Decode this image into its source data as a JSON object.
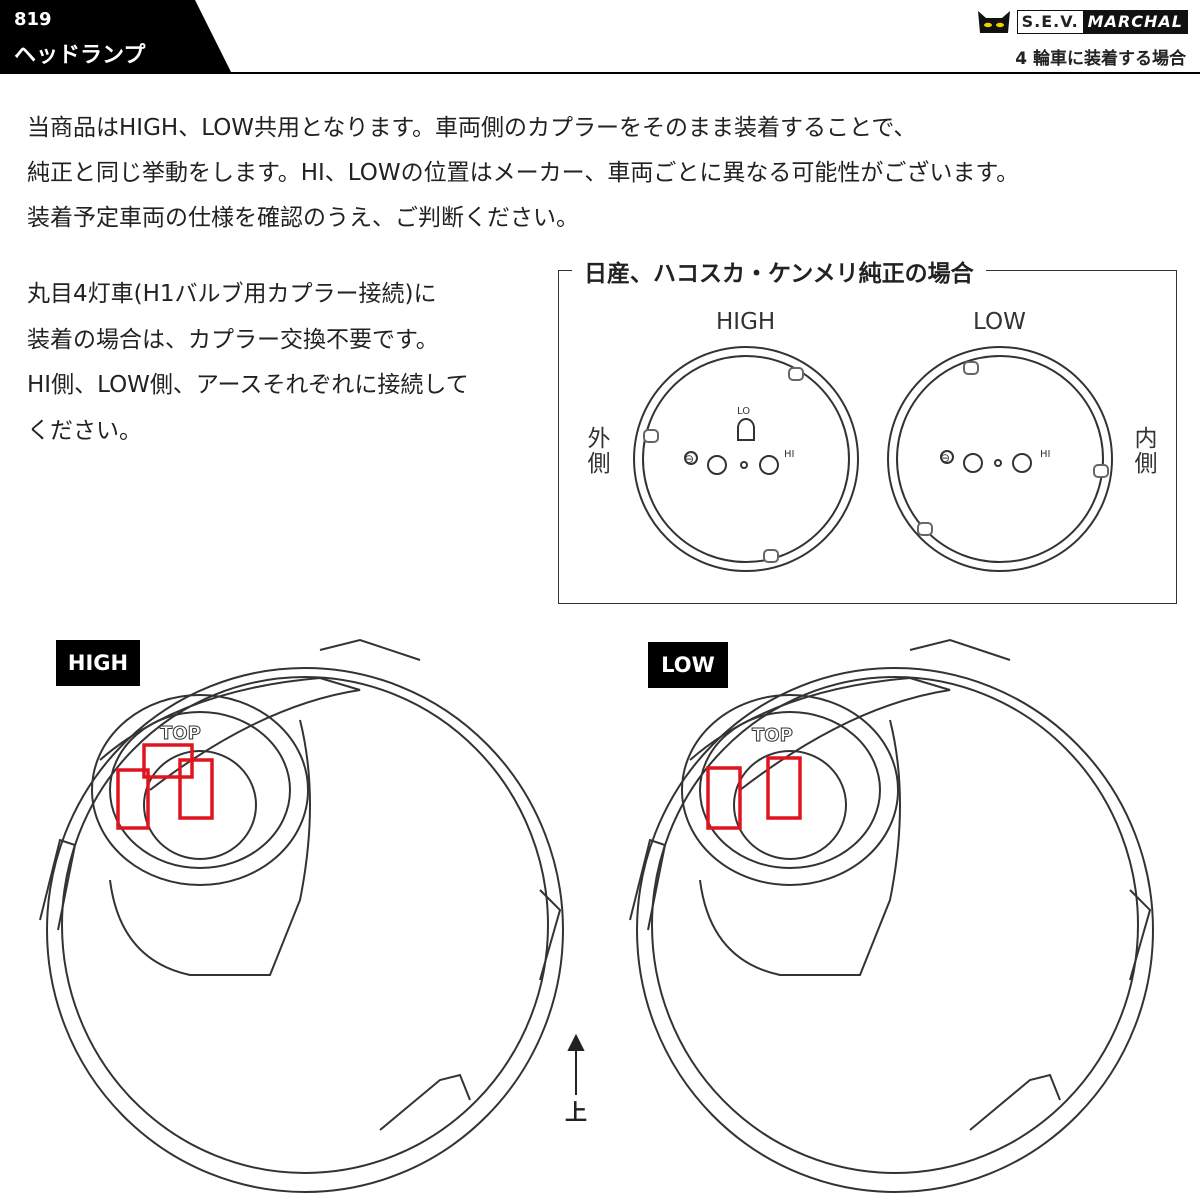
{
  "header": {
    "number": "819",
    "title": "ヘッドランプ",
    "brand_box": "S.E.V.",
    "brand_name": "MARCHAL",
    "condition": "4 輪車に装着する場合"
  },
  "intro": [
    "当商品はHIGH、LOW共用となります。車両側のカプラーをそのまま装着することで、",
    "純正と同じ挙動をします。HI、LOWの位置はメーカー、車両ごとに異なる可能性がございます。",
    "装着予定車両の仕様を確認のうえ、ご判断ください。"
  ],
  "side_note": [
    "丸目4灯車(H1バルブ用カプラー接続)に",
    "装着の場合は、カプラー交換不要です。",
    "HI側、LOW側、アースそれぞれに接続して",
    "ください。"
  ],
  "reference": {
    "title": "日産、ハコスカ・ケンメリ純正の場合",
    "high_label": "HIGH",
    "low_label": "LOW",
    "outer_side": "外側",
    "inner_side": "内側",
    "lo_mark": "LO",
    "hi_mark": "HI",
    "hi_mark_2": "HI",
    "minus_mark": "⊖"
  },
  "illustrations": {
    "high_tag": "HIGH",
    "low_tag": "LOW",
    "top_mark": "TOP",
    "top_mark_2": "TOP",
    "up_label": "上"
  },
  "colors": {
    "highlight": "#e0141e"
  }
}
